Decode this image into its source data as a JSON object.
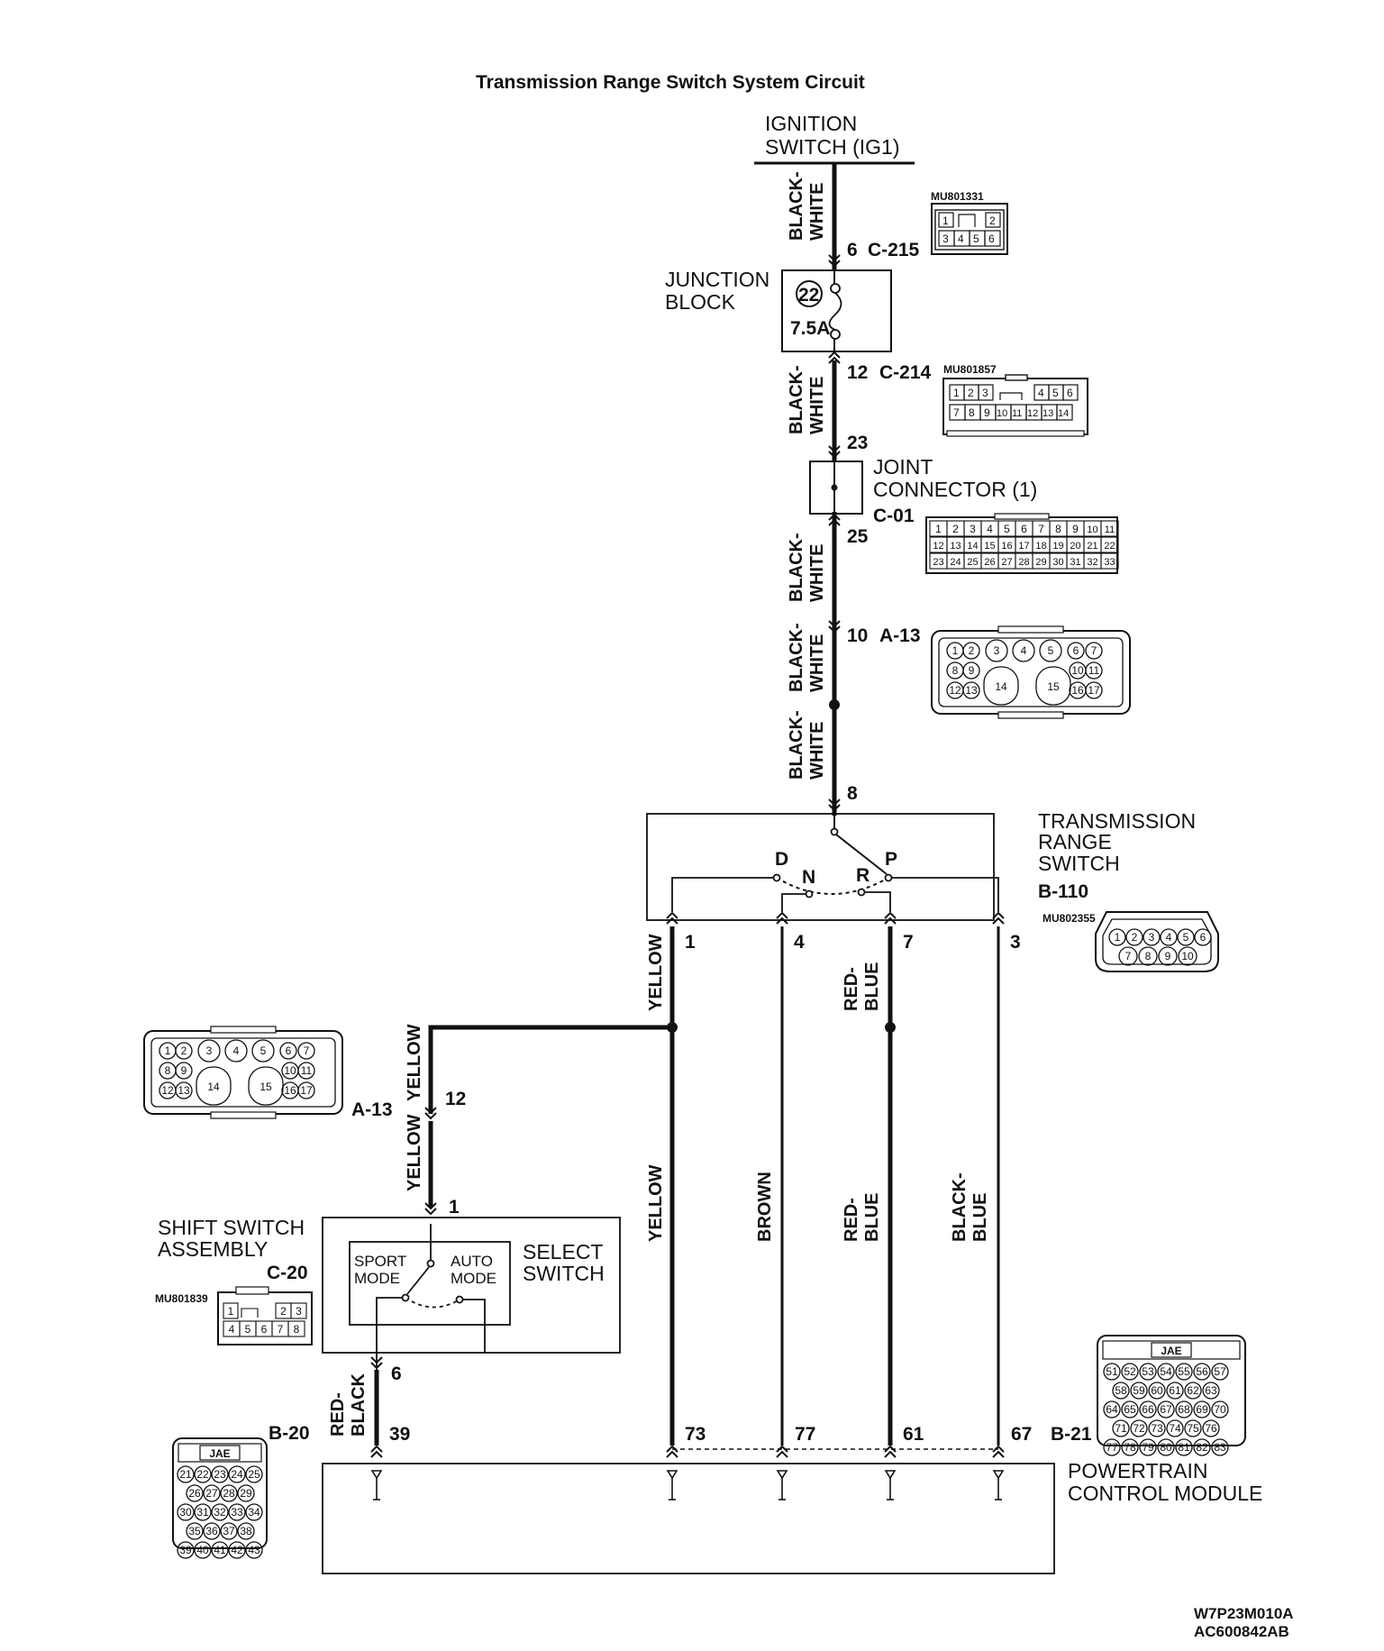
{
  "title": "Transmission Range Switch System Circuit",
  "ignition_switch": {
    "line1": "IGNITION",
    "line2": "SWITCH (IG1)"
  },
  "junction_block": {
    "line1": "JUNCTION",
    "line2": "BLOCK",
    "fuse_no": "22",
    "fuse_rating": "7.5A"
  },
  "joint_connector": {
    "line1": "JOINT",
    "line2": "CONNECTOR (1)",
    "id": "C-01"
  },
  "transmission_range_switch": {
    "line1": "TRANSMISSION",
    "line2": "RANGE",
    "line3": "SWITCH",
    "id": "B-110",
    "pos_d": "D",
    "pos_n": "N",
    "pos_r": "R",
    "pos_p": "P"
  },
  "shift_switch_assembly": {
    "line1": "SHIFT SWITCH",
    "line2": "ASSEMBLY",
    "id": "C-20",
    "select_line1": "SELECT",
    "select_line2": "SWITCH",
    "sport_line1": "SPORT",
    "sport_line2": "MODE",
    "auto_line1": "AUTO",
    "auto_line2": "MODE"
  },
  "pcm": {
    "line1": "POWERTRAIN",
    "line2": "CONTROL MODULE"
  },
  "connector_ids": {
    "c215": "C-215",
    "c214": "C-214",
    "a13": "A-13",
    "a13_left": "A-13",
    "b20": "B-20",
    "b21": "B-21"
  },
  "part_numbers": {
    "c215": "MU801331",
    "c214": "MU801857",
    "b110": "MU802355",
    "c20": "MU801839"
  },
  "pins": {
    "c215": "6",
    "c214": "12",
    "jc_in": "23",
    "jc_out": "25",
    "a13_top": "10",
    "trs_in": "8",
    "trs_1": "1",
    "trs_4": "4",
    "trs_7": "7",
    "trs_3": "3",
    "a13_12": "12",
    "ss_1": "1",
    "ss_6": "6",
    "pcm_39": "39",
    "pcm_73": "73",
    "pcm_77": "77",
    "pcm_61": "61",
    "pcm_67": "67"
  },
  "wire_colors": {
    "black_line1": "BLACK-",
    "black_line2": "WHITE",
    "yellow": "YELLOW",
    "brown": "BROWN",
    "redblue_line1": "RED-",
    "redblue_line2": "BLUE",
    "blackblue_line1": "BLACK-",
    "blackblue_line2": "BLUE",
    "redblack_line1": "RED-",
    "redblack_line2": "BLACK"
  },
  "connector_faces": {
    "c215_row1": [
      "1",
      "2"
    ],
    "c215_row2": [
      "3",
      "4",
      "5",
      "6"
    ],
    "c214_row1": [
      "1",
      "2",
      "3",
      "4",
      "5",
      "6"
    ],
    "c214_row2": [
      "7",
      "8",
      "9",
      "10",
      "11",
      "12",
      "13",
      "14"
    ],
    "c01_row1": [
      "1",
      "2",
      "3",
      "4",
      "5",
      "6",
      "7",
      "8",
      "9",
      "10",
      "11"
    ],
    "c01_row2": [
      "12",
      "13",
      "14",
      "15",
      "16",
      "17",
      "18",
      "19",
      "20",
      "21",
      "22"
    ],
    "c01_row3": [
      "23",
      "24",
      "25",
      "26",
      "27",
      "28",
      "29",
      "30",
      "31",
      "32",
      "33"
    ],
    "a13_row1": [
      "1",
      "2",
      "3",
      "4",
      "5",
      "6",
      "7"
    ],
    "a13_row2": [
      "8",
      "9",
      "10",
      "11"
    ],
    "a13_row3": [
      "12",
      "13",
      "14",
      "15",
      "16",
      "17"
    ],
    "b110_row1": [
      "1",
      "2",
      "3",
      "4",
      "5",
      "6"
    ],
    "b110_row2": [
      "7",
      "8",
      "9",
      "10"
    ],
    "c20_row1": [
      "1",
      "2",
      "3"
    ],
    "c20_row2": [
      "4",
      "5",
      "6",
      "7",
      "8"
    ],
    "b20_label": "JAE",
    "b20_row1": [
      "21",
      "22",
      "23",
      "24",
      "25"
    ],
    "b20_row2": [
      "26",
      "27",
      "28",
      "29"
    ],
    "b20_row3": [
      "30",
      "31",
      "32",
      "33",
      "34"
    ],
    "b20_row4": [
      "35",
      "36",
      "37",
      "38"
    ],
    "b20_row5": [
      "39",
      "40",
      "41",
      "42",
      "43"
    ],
    "b21_label": "JAE",
    "b21_row1": [
      "51",
      "52",
      "53",
      "54",
      "55",
      "56",
      "57"
    ],
    "b21_row2": [
      "58",
      "59",
      "60",
      "61",
      "62",
      "63"
    ],
    "b21_row3": [
      "64",
      "65",
      "66",
      "67",
      "68",
      "69",
      "70"
    ],
    "b21_row4": [
      "71",
      "72",
      "73",
      "74",
      "75",
      "76"
    ],
    "b21_row5": [
      "77",
      "78",
      "79",
      "80",
      "81",
      "82",
      "83"
    ]
  },
  "ref_codes": {
    "line1": "W7P23M010A",
    "line2": "AC600842AB"
  }
}
